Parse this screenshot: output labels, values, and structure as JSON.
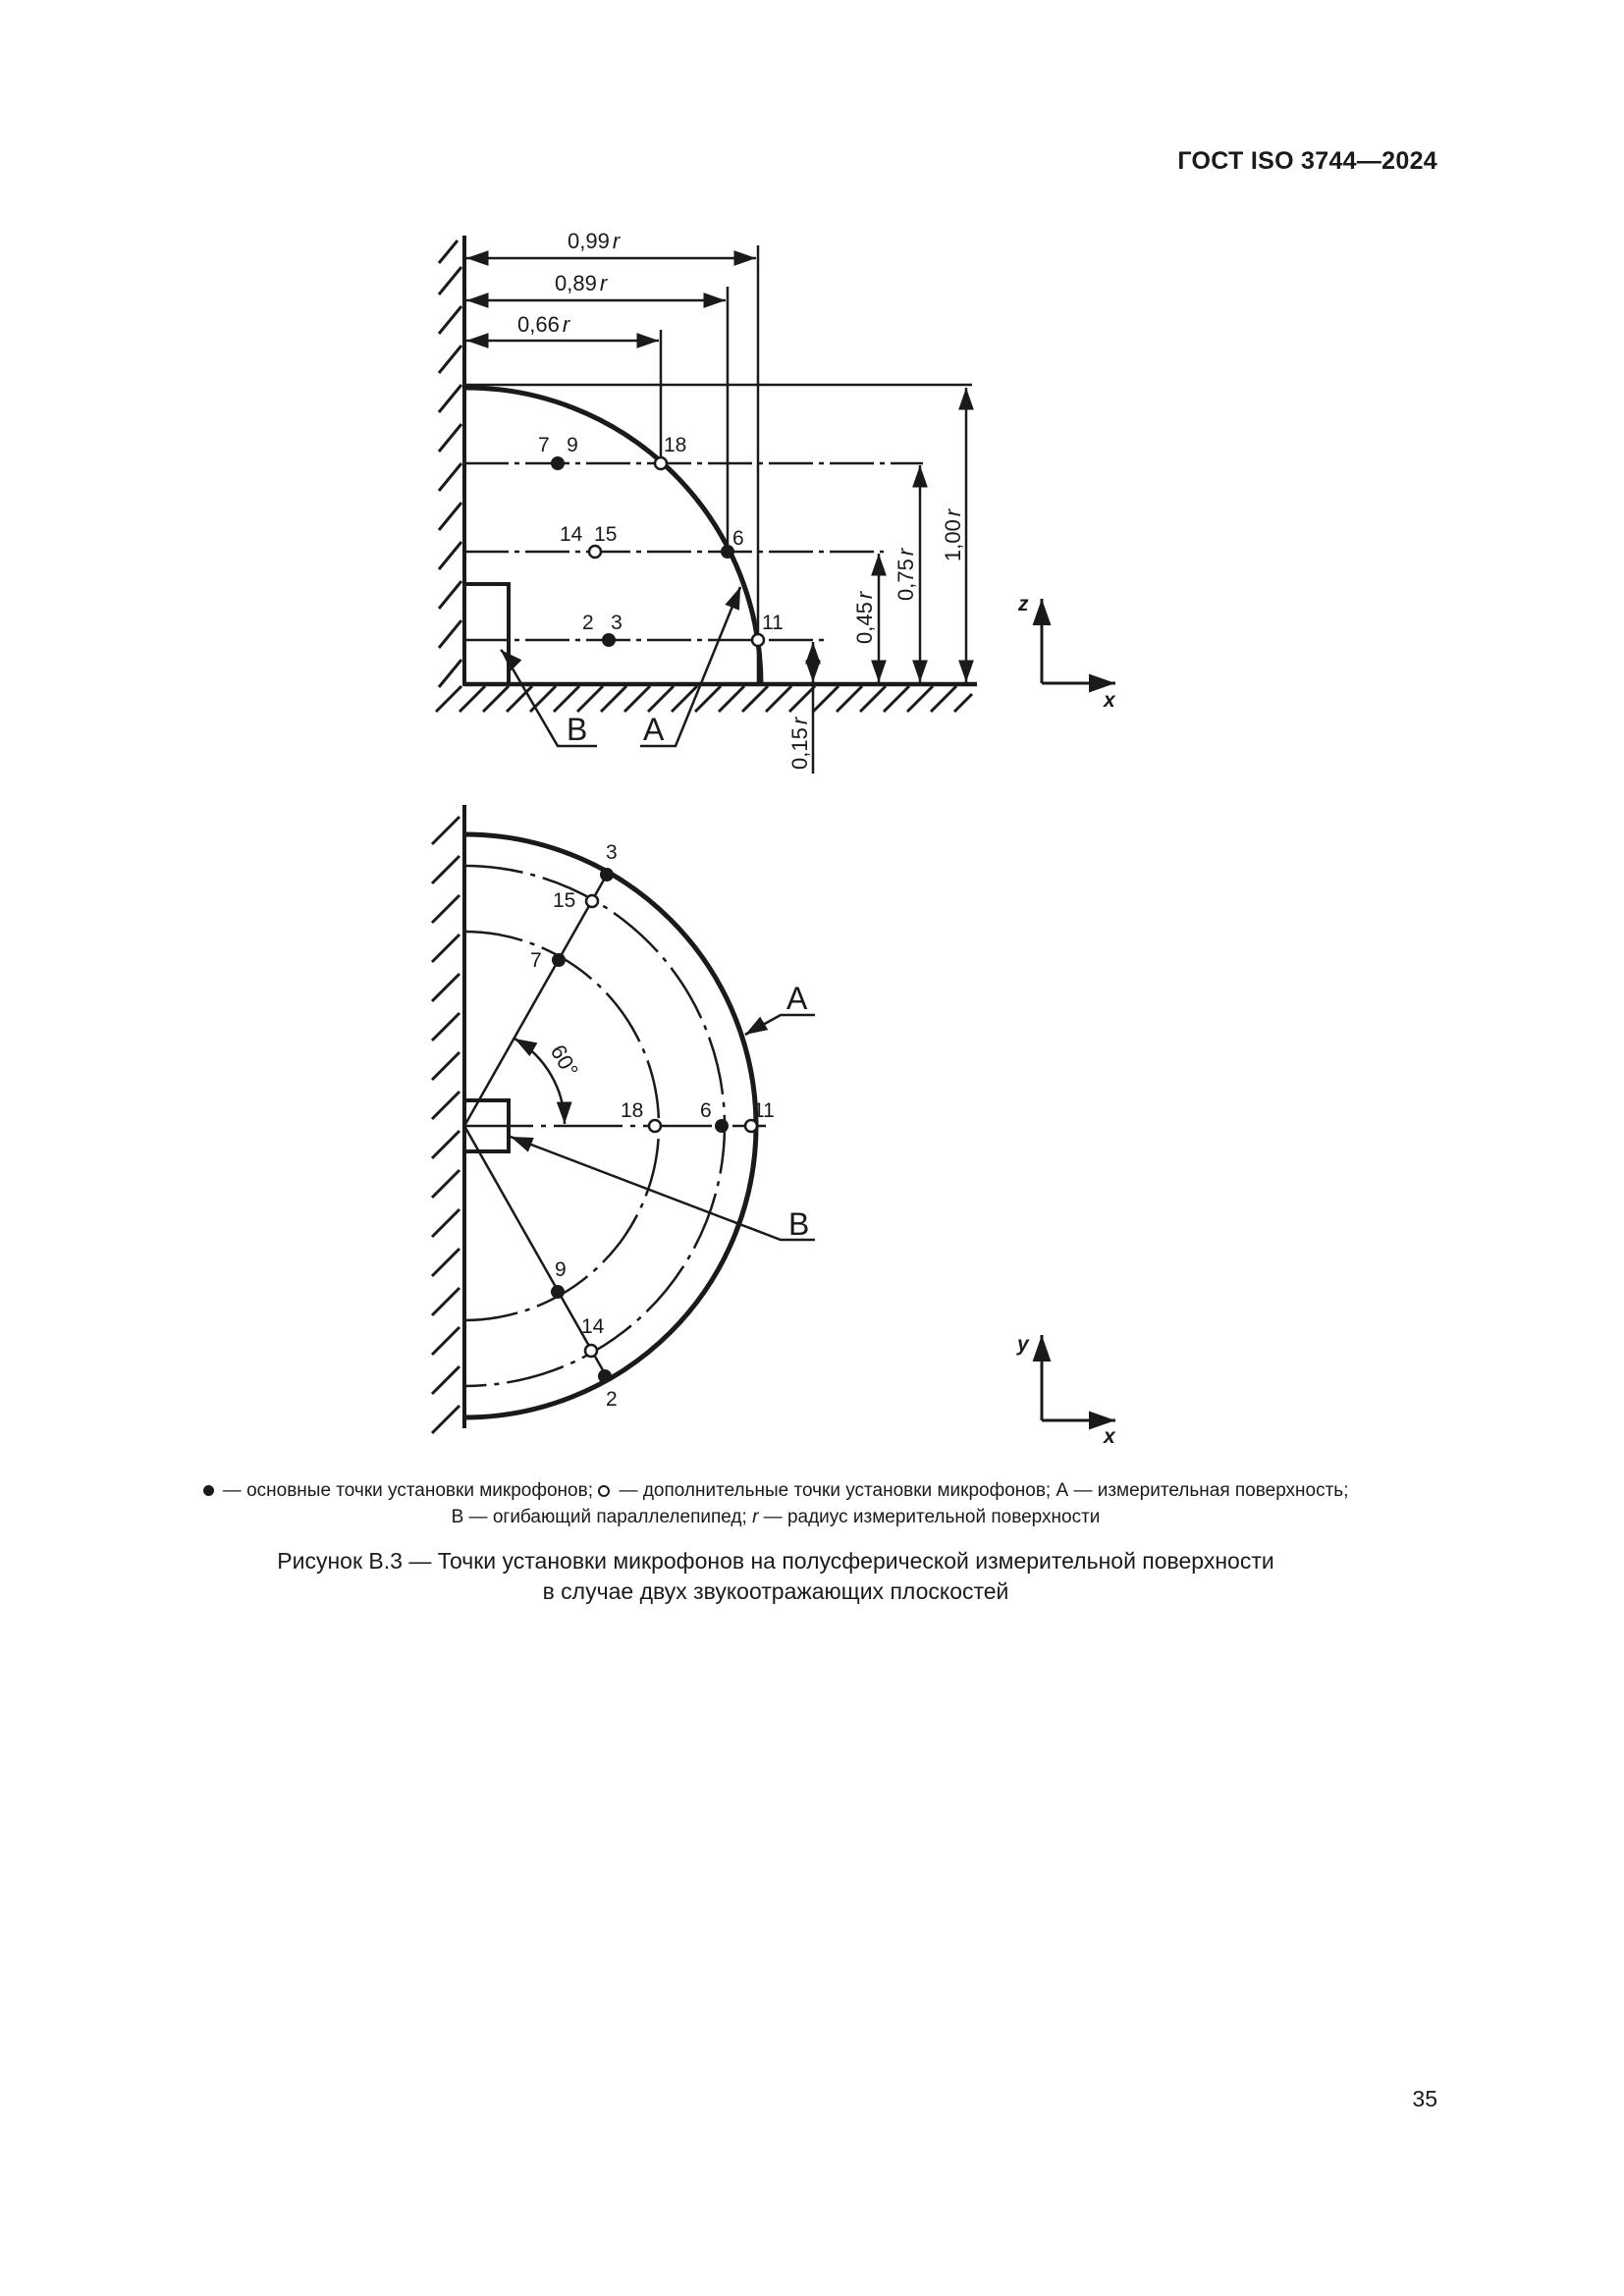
{
  "header": {
    "standard": "ГОСТ ISO 3744—2024"
  },
  "figure_top": {
    "view": "z-x",
    "horizontal_dimensions": [
      {
        "label": "0,99",
        "unit": "r",
        "value": 0.99
      },
      {
        "label": "0,89",
        "unit": "r",
        "value": 0.89
      },
      {
        "label": "0,66",
        "unit": "r",
        "value": 0.66
      }
    ],
    "vertical_dimensions": [
      {
        "label": "1,00",
        "unit": "r",
        "value": 1.0
      },
      {
        "label": "0,75",
        "unit": "r",
        "value": 0.75
      },
      {
        "label": "0,45",
        "unit": "r",
        "value": 0.45
      },
      {
        "label": "0,15",
        "unit": "r",
        "value": 0.15
      }
    ],
    "point_labels": {
      "p7_9": "7   9",
      "p18": "18",
      "p14_15": "14  15",
      "p6": "6",
      "p2_3": "2   3",
      "p11": "11"
    },
    "callouts": {
      "A": "A",
      "B": "B"
    },
    "axes": {
      "vertical": "z",
      "horizontal": "x"
    }
  },
  "figure_bottom": {
    "view": "y-x",
    "angle_label": "60°",
    "point_labels": {
      "p3": "3",
      "p15": "15",
      "p7": "7",
      "p18": "18",
      "p6": "6",
      "p11": "11",
      "p9": "9",
      "p14": "14",
      "p2": "2"
    },
    "callouts": {
      "A": "A",
      "B": "B"
    },
    "axes": {
      "vertical": "y",
      "horizontal": "x"
    }
  },
  "legend": {
    "filled_text": " — основные точки установки микрофонов; ",
    "open_text": " — дополнительные точки установки микрофонов; А — измерительная поверхность;",
    "line2_b": "В — огибающий параллелепипед; ",
    "line2_r": "r",
    "line2_rest": " — радиус измерительной поверхности"
  },
  "caption": {
    "line1": "Рисунок В.3 — Точки установки микрофонов на полусферической измерительной поверхности",
    "line2": "в случае двух звукоотражающих плоскостей"
  },
  "page_number": "35"
}
